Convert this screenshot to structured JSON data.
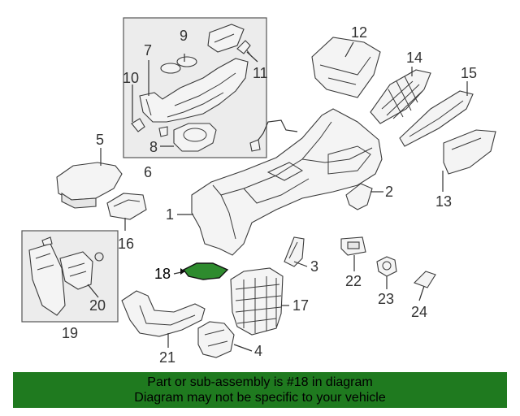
{
  "callouts": {
    "c1": "1",
    "c2": "2",
    "c3": "3",
    "c4": "4",
    "c5": "5",
    "c6": "6",
    "c7": "7",
    "c8": "8",
    "c9": "9",
    "c10": "10",
    "c11": "11",
    "c12": "12",
    "c13": "13",
    "c14": "14",
    "c15": "15",
    "c16": "16",
    "c17": "17",
    "c18": "18",
    "c19": "19",
    "c20": "20",
    "c21": "21",
    "c22": "22",
    "c23": "23",
    "c24": "24"
  },
  "highlight": {
    "part": "18",
    "color": "#2e8b2e"
  },
  "banner": {
    "line1": "Part or sub-assembly is #18 in diagram",
    "line2": "Diagram may not be specific to your vehicle",
    "color": "#1f7a1f"
  }
}
